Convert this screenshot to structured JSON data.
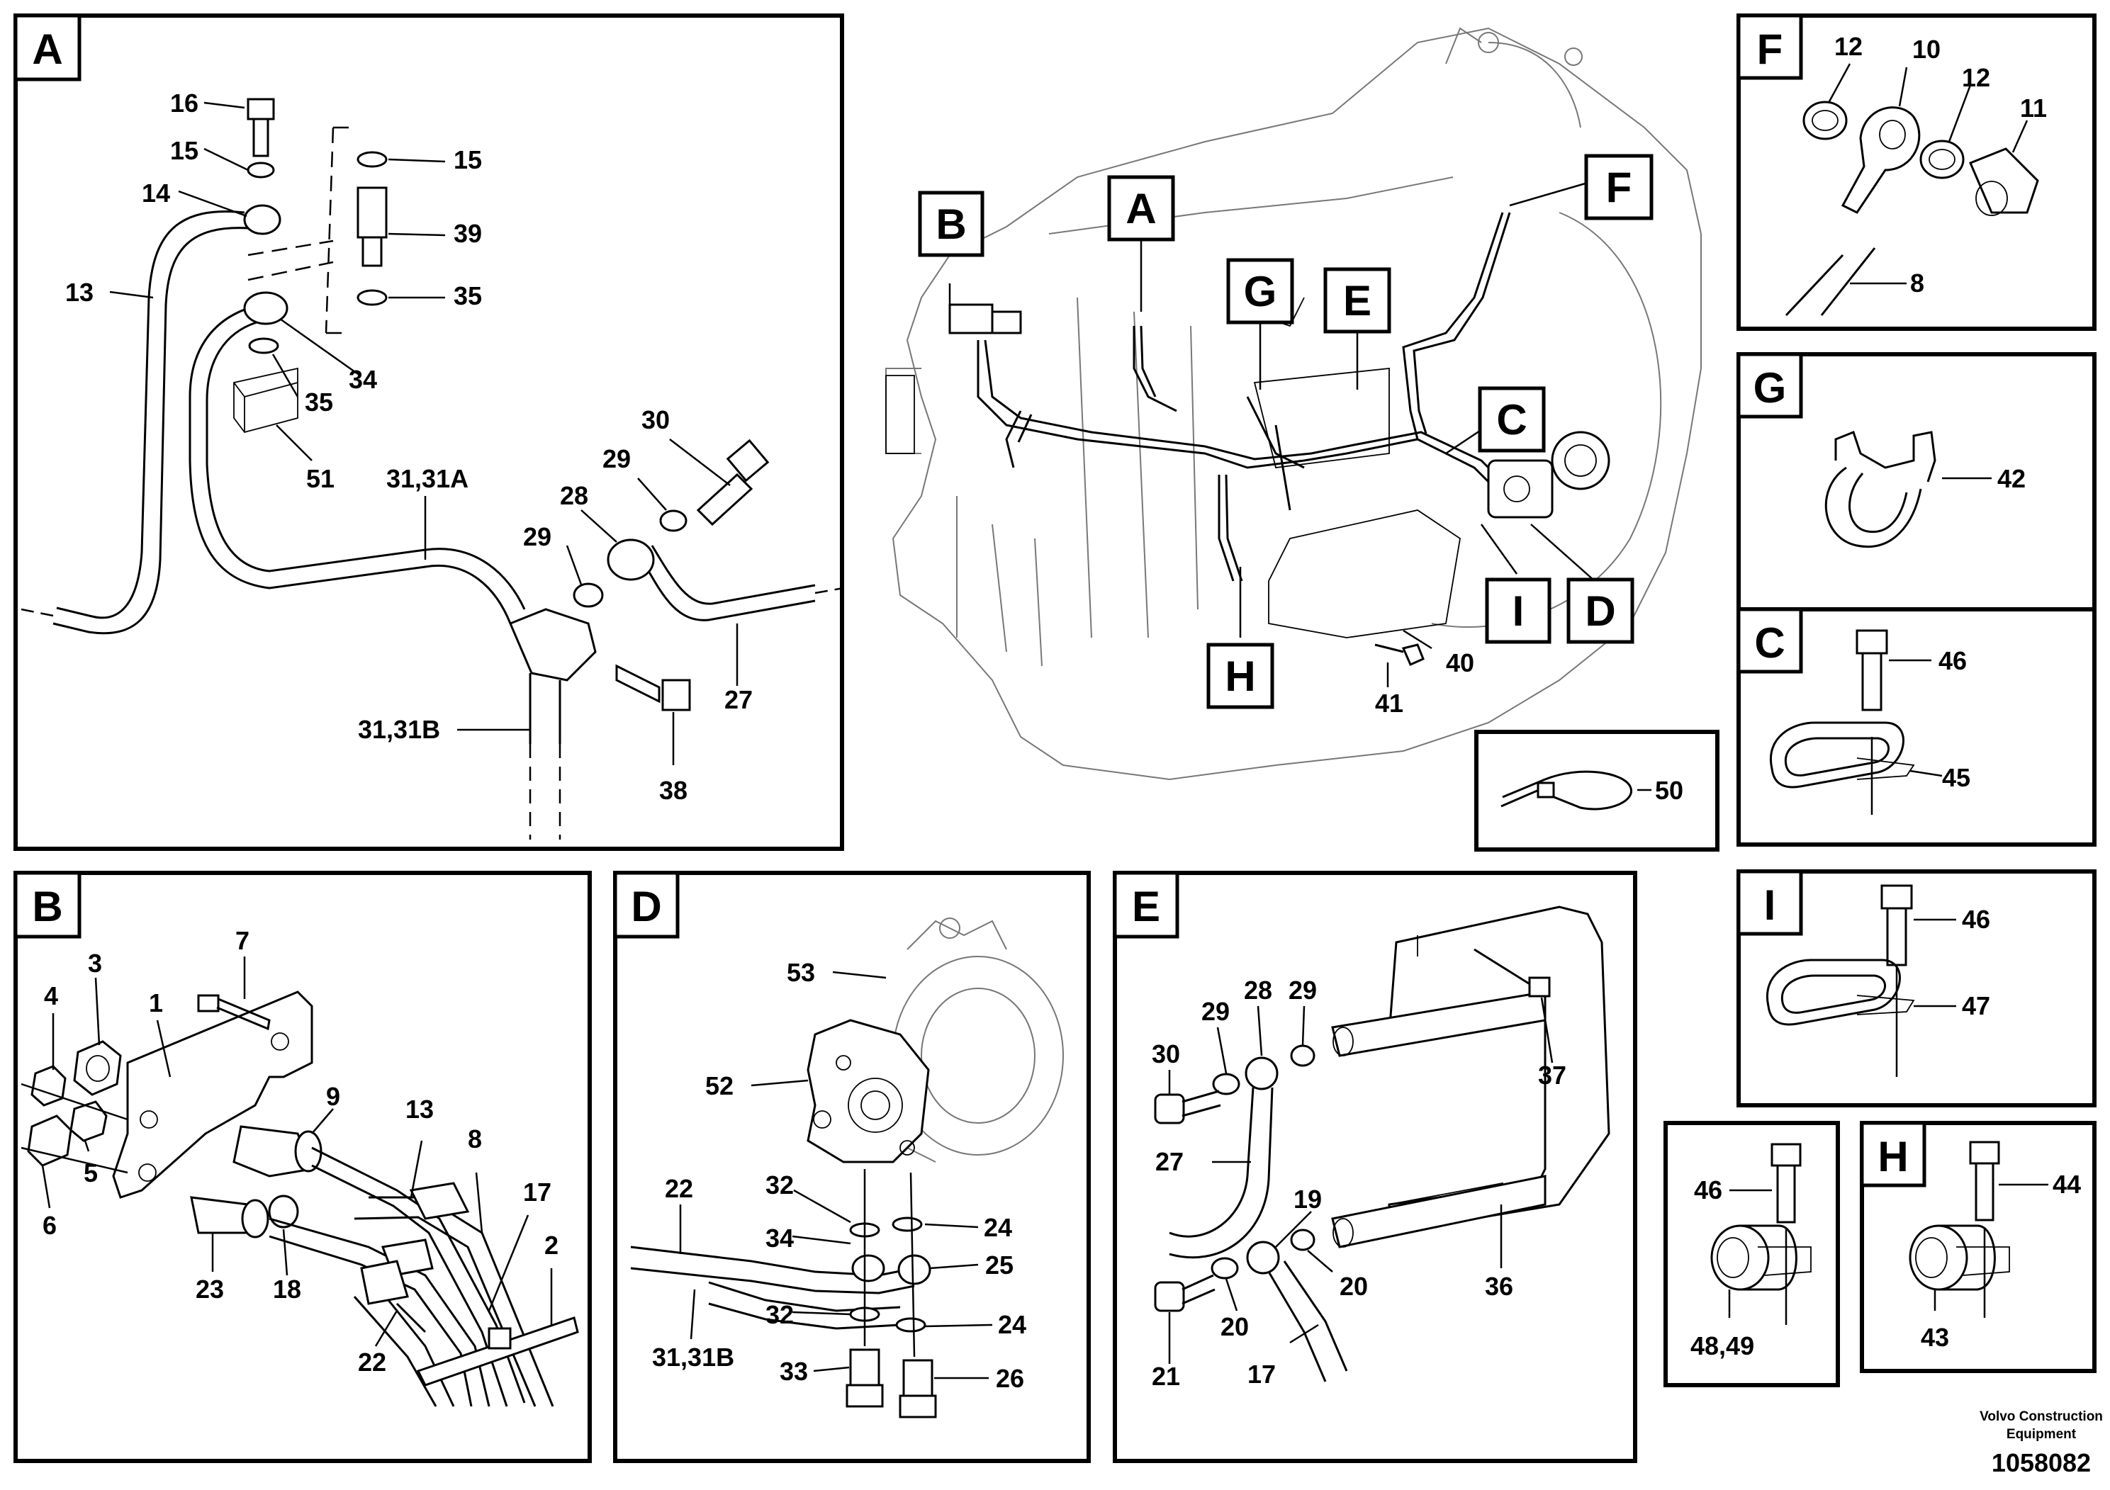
{
  "overview": {
    "labels": {
      "A": "A",
      "B": "B",
      "C": "C",
      "D": "D",
      "E": "E",
      "F": "F",
      "G": "G",
      "H": "H",
      "I": "I"
    },
    "callouts": {
      "n40": "40",
      "n41": "41"
    }
  },
  "panels": {
    "A": {
      "letter": "A",
      "callouts": {
        "n16": "16",
        "n15a": "15",
        "n14": "14",
        "n13": "13",
        "n15b": "15",
        "n39": "39",
        "n35a": "35",
        "n34": "34",
        "n35b": "35",
        "n51": "51",
        "n30": "30",
        "n29a": "29",
        "n31A": "31,31A",
        "n28": "28",
        "n29b": "29",
        "n27": "27",
        "n31B": "31,31B",
        "n38": "38"
      }
    },
    "B": {
      "letter": "B",
      "callouts": {
        "n7": "7",
        "n3": "3",
        "n4": "4",
        "n1": "1",
        "n9": "9",
        "n13": "13",
        "n8": "8",
        "n17": "17",
        "n6": "6",
        "n5": "5",
        "n23": "23",
        "n18": "18",
        "n2": "2",
        "n22": "22"
      }
    },
    "D": {
      "letter": "D",
      "callouts": {
        "n53": "53",
        "n52": "52",
        "n22": "22",
        "n32a": "32",
        "n34": "34",
        "n24a": "24",
        "n25": "25",
        "n31B": "31,31B",
        "n32b": "32",
        "n24b": "24",
        "n33": "33",
        "n26": "26"
      }
    },
    "E": {
      "letter": "E",
      "callouts": {
        "n30": "30",
        "n29a": "29",
        "n28": "28",
        "n29b": "29",
        "n37": "37",
        "n27": "27",
        "n19": "19",
        "n20a": "20",
        "n36": "36",
        "n21": "21",
        "n20b": "20",
        "n17": "17"
      }
    },
    "F": {
      "letter": "F",
      "callouts": {
        "n12a": "12",
        "n10": "10",
        "n12b": "12",
        "n11": "11",
        "n8": "8"
      }
    },
    "G": {
      "letter": "G",
      "callouts": {
        "n42": "42"
      }
    },
    "C": {
      "letter": "C",
      "callouts": {
        "n46": "46",
        "n45": "45"
      }
    },
    "I": {
      "letter": "I",
      "callouts": {
        "n46": "46",
        "n47": "47"
      }
    },
    "K": {
      "callouts": {
        "n46": "46",
        "n4849": "48,49"
      }
    },
    "H": {
      "letter": "H",
      "callouts": {
        "n44": "44",
        "n43": "43"
      }
    },
    "T": {
      "callouts": {
        "n50": "50"
      }
    }
  },
  "footer": {
    "company_line1": "Volvo Construction",
    "company_line2": "Equipment",
    "drawing_number": "1058082"
  }
}
